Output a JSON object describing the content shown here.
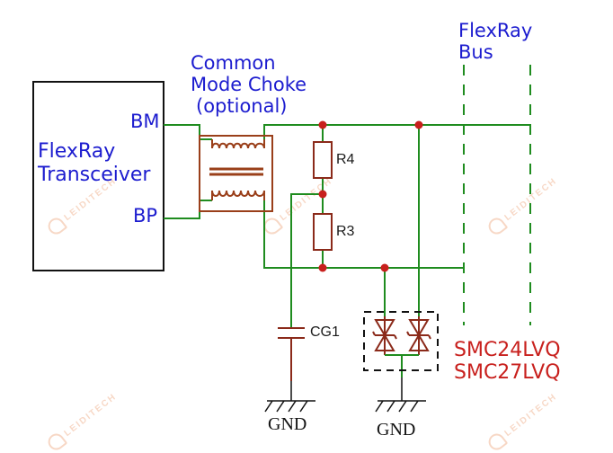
{
  "block": {
    "line1": "FlexRay",
    "line2": "Transceiver"
  },
  "pins": {
    "bm": "BM",
    "bp": "BP"
  },
  "choke": {
    "line1": "Common",
    "line2": "Mode Choke",
    "line3": "(optional)"
  },
  "bus": {
    "line1": "FlexRay",
    "line2": "Bus"
  },
  "components": {
    "r4": "R4",
    "r3": "R3",
    "cg1": "CG1"
  },
  "grounds": {
    "left": "GND",
    "right": "GND"
  },
  "parts": {
    "line1": "SMC24LVQ",
    "line2": "SMC27LVQ"
  },
  "watermark": "LEIDITECH",
  "colors": {
    "wire": "#1f8c1f",
    "junction": "#c8201d",
    "blue_text": "#1c1ccf",
    "red_text": "#c8201d",
    "choke": "#9a3f1a",
    "component": "#8b2a1a"
  }
}
